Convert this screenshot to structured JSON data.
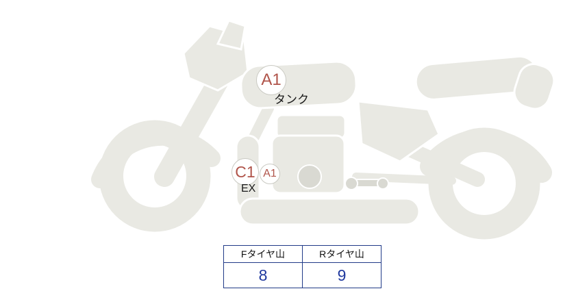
{
  "diagram": {
    "markers": [
      {
        "id": "tank",
        "code": "A1",
        "label": "タンク"
      },
      {
        "id": "exhaust",
        "code": "C1",
        "code_secondary": "A1",
        "label": "EX"
      }
    ]
  },
  "tire_table": {
    "headers": [
      "Fタイヤ山",
      "Rタイヤ山"
    ],
    "values": [
      "8",
      "9"
    ]
  },
  "colors": {
    "marker_text": "#b0544a",
    "table_border": "#203a87",
    "value_text": "#20399e",
    "bike_fill": "#e9e9e3"
  }
}
